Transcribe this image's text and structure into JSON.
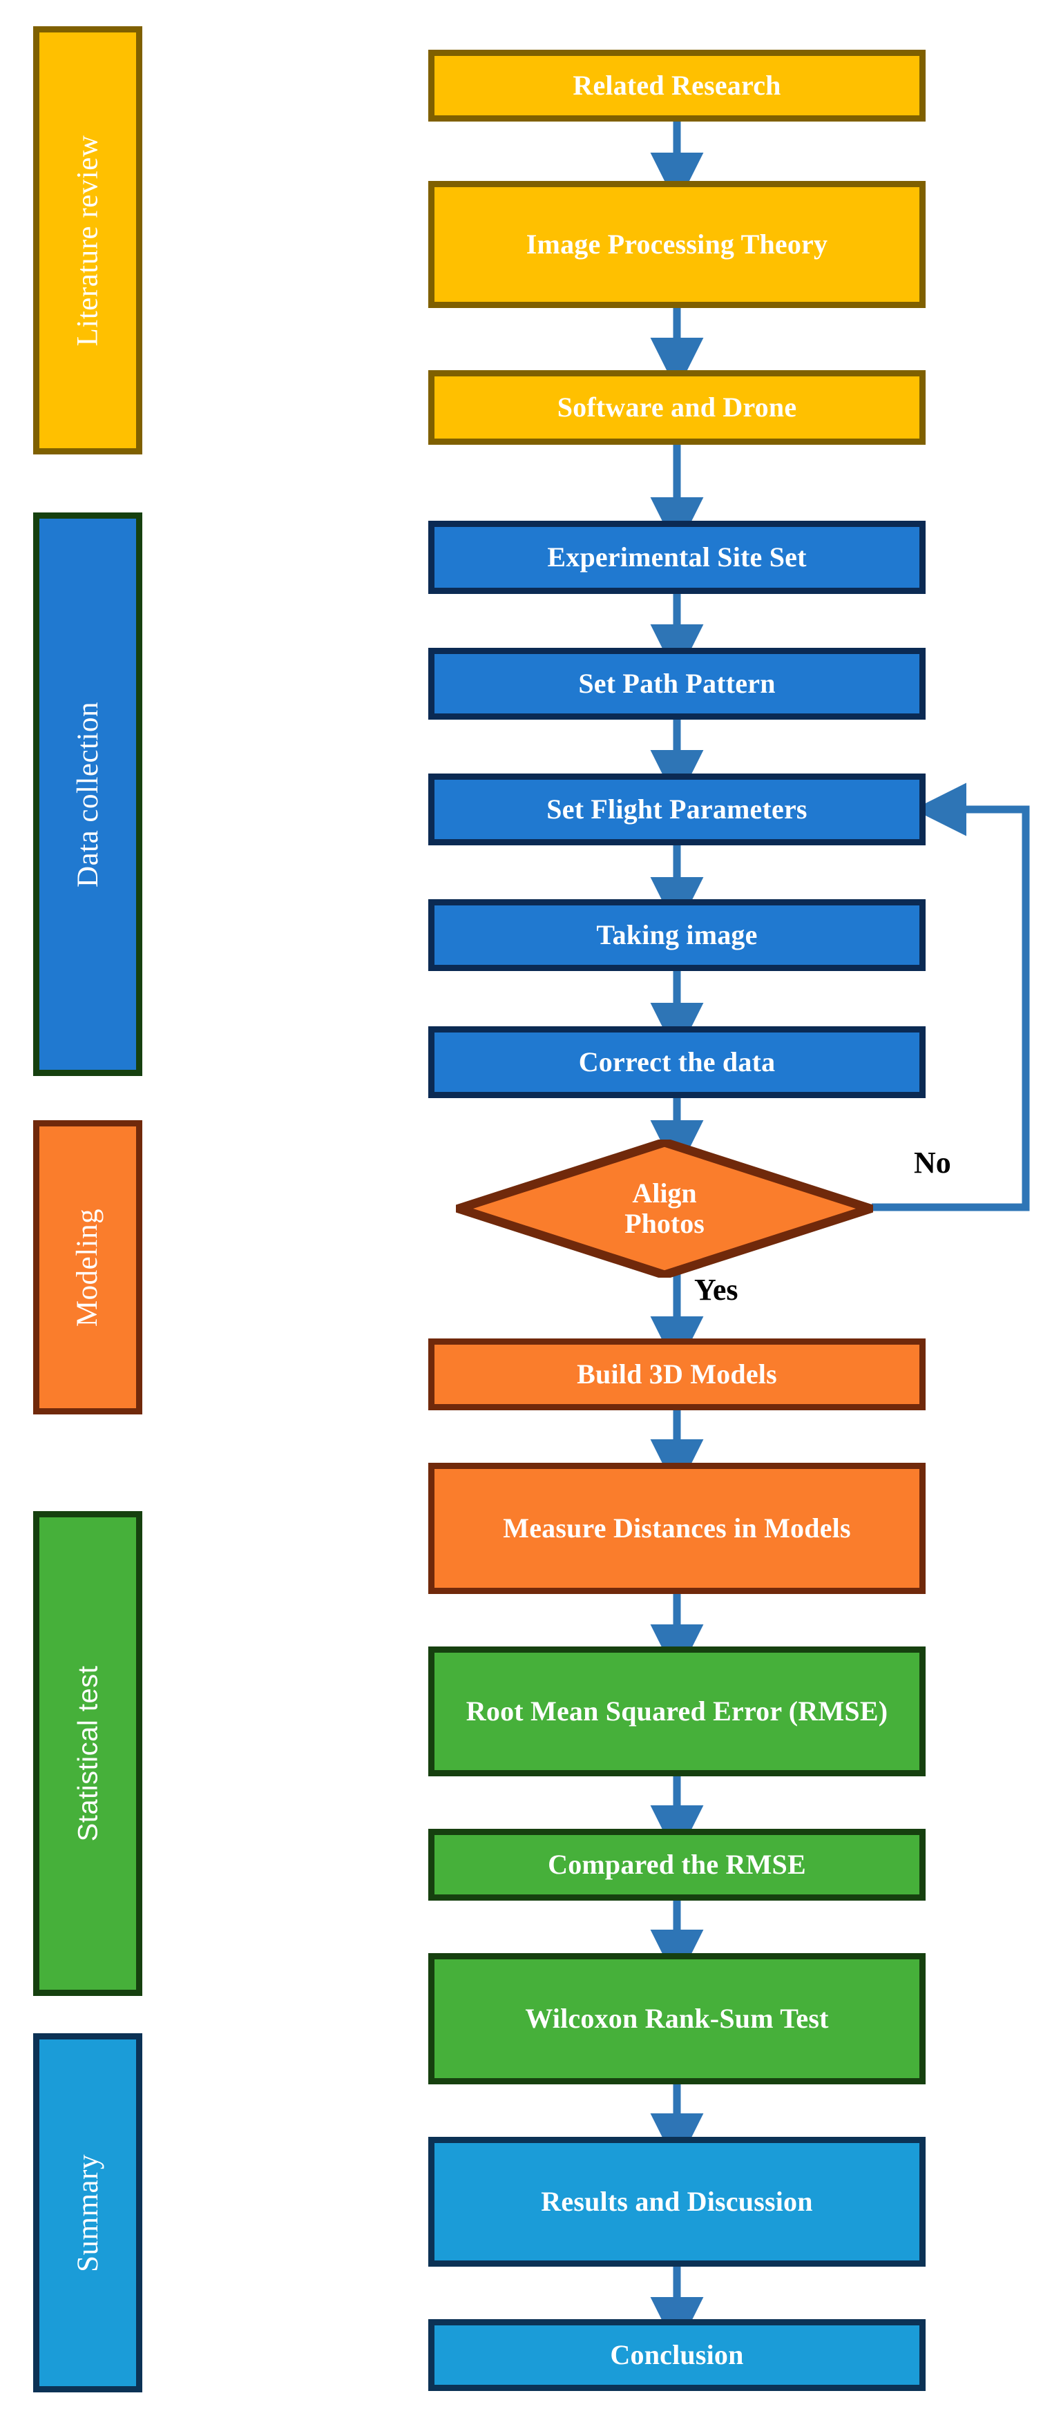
{
  "figure": {
    "type": "flowchart",
    "title": "Research methodology flowchart",
    "orientation": "vertical",
    "colors": {
      "literature_fill": "#FFC000",
      "literature_border": "#7F6000",
      "data_fill": "#2079D0",
      "data_border": "#0B2A53",
      "modeling_fill": "#FA7D2C",
      "modeling_border": "#70290B",
      "statistical_fill": "#46B03A",
      "statistical_border": "#16400F",
      "summary_fill": "#1B9CD8",
      "summary_border": "#0C3255",
      "arrow": "#2E75B6",
      "text_on_node": "#FFFFFF",
      "branch_label": "#000000"
    }
  },
  "stages": [
    {
      "id": "literature-review",
      "label": "Literature review",
      "fill": "#FFC000",
      "border": "#7F6000"
    },
    {
      "id": "data-collection",
      "label": "Data collection",
      "fill": "#2079D0",
      "border": "#16400F"
    },
    {
      "id": "modeling",
      "label": "Modeling",
      "fill": "#FA7D2C",
      "border": "#70290B"
    },
    {
      "id": "statistical-test",
      "label": "Statistical test",
      "fill": "#46B03A",
      "border": "#16400F"
    },
    {
      "id": "summary",
      "label": "Summary",
      "fill": "#1B9CD8",
      "border": "#0C3255"
    }
  ],
  "nodes": [
    {
      "id": "related-research",
      "label": "Related Research",
      "stage": "literature-review",
      "shape": "rect"
    },
    {
      "id": "image-processing-theory",
      "label": "Image Processing Theory",
      "stage": "literature-review",
      "shape": "rect"
    },
    {
      "id": "software-and-drone",
      "label": "Software and Drone",
      "stage": "literature-review",
      "shape": "rect"
    },
    {
      "id": "experimental-site-set",
      "label": "Experimental Site Set",
      "stage": "data-collection",
      "shape": "rect"
    },
    {
      "id": "set-path-pattern",
      "label": "Set Path Pattern",
      "stage": "data-collection",
      "shape": "rect"
    },
    {
      "id": "set-flight-parameters",
      "label": "Set Flight Parameters",
      "stage": "data-collection",
      "shape": "rect"
    },
    {
      "id": "taking-image",
      "label": "Taking image",
      "stage": "data-collection",
      "shape": "rect"
    },
    {
      "id": "correct-the-data",
      "label": "Correct the data",
      "stage": "data-collection",
      "shape": "rect"
    },
    {
      "id": "align-photos",
      "label": "Align Photos",
      "stage": "modeling",
      "shape": "diamond",
      "label_lines": [
        "Align",
        "Photos"
      ]
    },
    {
      "id": "build-3d-models",
      "label": "Build 3D Models",
      "stage": "modeling",
      "shape": "rect"
    },
    {
      "id": "measure-distances",
      "label": "Measure Distances in Models",
      "stage": "modeling",
      "shape": "rect"
    },
    {
      "id": "rmse",
      "label": "Root Mean Squared Error (RMSE)",
      "stage": "statistical-test",
      "shape": "rect"
    },
    {
      "id": "compared-rmse",
      "label": "Compared the RMSE",
      "stage": "statistical-test",
      "shape": "rect"
    },
    {
      "id": "wilcoxon-rank-sum-test",
      "label": "Wilcoxon Rank-Sum Test",
      "stage": "statistical-test",
      "shape": "rect"
    },
    {
      "id": "results-and-discussion",
      "label": "Results and Discussion",
      "stage": "summary",
      "shape": "rect"
    },
    {
      "id": "conclusion",
      "label": "Conclusion",
      "stage": "summary",
      "shape": "rect"
    }
  ],
  "branch_labels": {
    "no": "No",
    "yes": "Yes"
  },
  "edges": [
    {
      "from": "related-research",
      "to": "image-processing-theory",
      "label": ""
    },
    {
      "from": "image-processing-theory",
      "to": "software-and-drone",
      "label": ""
    },
    {
      "from": "software-and-drone",
      "to": "experimental-site-set",
      "label": ""
    },
    {
      "from": "experimental-site-set",
      "to": "set-path-pattern",
      "label": ""
    },
    {
      "from": "set-path-pattern",
      "to": "set-flight-parameters",
      "label": ""
    },
    {
      "from": "set-flight-parameters",
      "to": "taking-image",
      "label": ""
    },
    {
      "from": "taking-image",
      "to": "correct-the-data",
      "label": ""
    },
    {
      "from": "correct-the-data",
      "to": "align-photos",
      "label": ""
    },
    {
      "from": "align-photos",
      "to": "build-3d-models",
      "label": "Yes"
    },
    {
      "from": "align-photos",
      "to": "set-flight-parameters",
      "label": "No"
    },
    {
      "from": "build-3d-models",
      "to": "measure-distances",
      "label": ""
    },
    {
      "from": "measure-distances",
      "to": "rmse",
      "label": ""
    },
    {
      "from": "rmse",
      "to": "compared-rmse",
      "label": ""
    },
    {
      "from": "compared-rmse",
      "to": "wilcoxon-rank-sum-test",
      "label": ""
    },
    {
      "from": "wilcoxon-rank-sum-test",
      "to": "results-and-discussion",
      "label": ""
    },
    {
      "from": "results-and-discussion",
      "to": "conclusion",
      "label": ""
    }
  ]
}
